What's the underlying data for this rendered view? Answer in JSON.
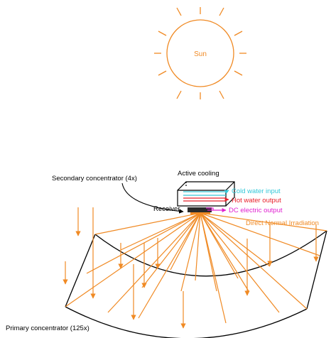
{
  "sun": {
    "label": "Sun"
  },
  "labels": {
    "secondary_concentrator": "Secondary concentrator (4x)",
    "active_cooling": "Active cooling",
    "receiver": "Receiver",
    "cold_water_input": "Cold water input",
    "hot_water_output": "Hot water output",
    "dc_electric_output": "DC electric output",
    "direct_normal_irradiation": "Direct Normal Irradiation",
    "primary_concentrator": "Primary concentrator (125x)"
  },
  "colors": {
    "sun": "#f08a24",
    "rays": "#f08a24",
    "outline": "#000000",
    "cold_water": "#33c8d8",
    "hot_water": "#e8202a",
    "dc_output": "#e020d0",
    "dni_text": "#f08a24"
  }
}
